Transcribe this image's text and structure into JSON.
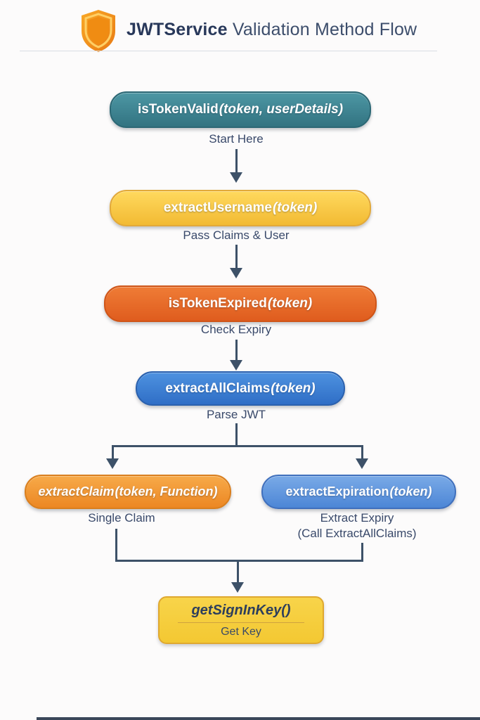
{
  "header": {
    "title_bold": "JWTService",
    "title_rest": " Validation Method Flow",
    "icon": "shield-icon"
  },
  "nodes": {
    "isTokenValid": {
      "name": "isTokenValid",
      "params": "(token, userDetails)",
      "caption": "Start Here",
      "fill": "#3E8494"
    },
    "extractUsername": {
      "name": "extractUsername",
      "params": "(token)",
      "caption": "Pass Claims & User",
      "fill": "#F6C842"
    },
    "isTokenExpired": {
      "name": "isTokenExpired",
      "params": "(token)",
      "caption": "Check Expiry",
      "fill": "#E8682A"
    },
    "extractAllClaims": {
      "name": "extractAllClaims",
      "params": "(token)",
      "caption": "Parse JWT",
      "fill": "#3D7DD2"
    },
    "extractClaim": {
      "name": "extractClaim",
      "params": "(token, Function)",
      "caption": "Single Claim",
      "fill": "#F09A35"
    },
    "extractExpiration": {
      "name": "extractExpiration",
      "params": "(token)",
      "caption": "Extract Expiry",
      "caption2": "(Call ExtractAllClaims)",
      "fill": "#5B92DD"
    },
    "getSignInKey": {
      "name": "getSignInKey",
      "params": "()",
      "caption": "Get Key",
      "fill": "#F6CE3C"
    }
  },
  "colors": {
    "background": "#FCFBFB",
    "connector": "#3D5168",
    "caption_text": "#39496A",
    "title_bold": "#28385A",
    "title_rest": "#3C4D6B",
    "shield_orange": "#F5941F",
    "bottom_bar": "#3A4759"
  }
}
